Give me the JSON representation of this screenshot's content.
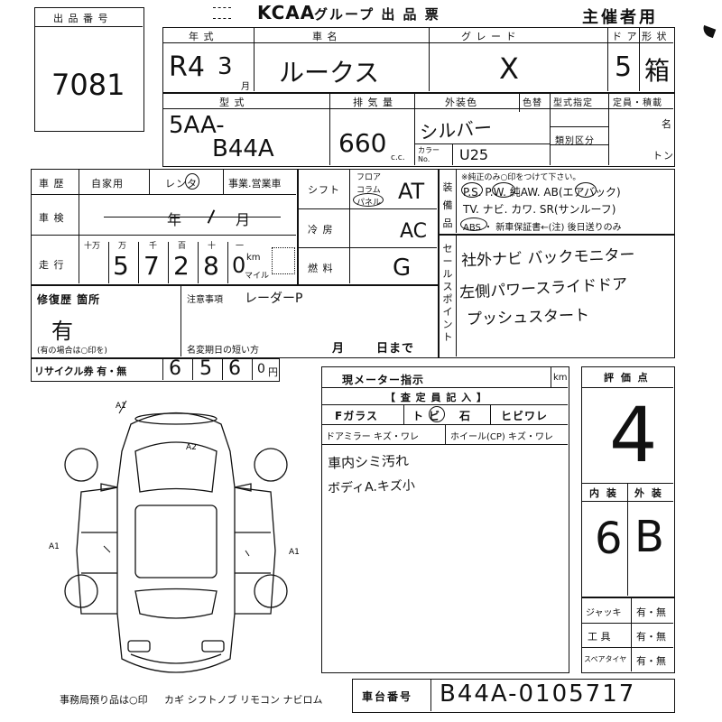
{
  "header": {
    "logo": "KCAA",
    "title": "グループ 出 品 票",
    "organizer": "主催者用"
  },
  "lot": {
    "label": "出 品 番 号",
    "number": "7081"
  },
  "top_row": {
    "year_label": "年 式",
    "year_value": "R4",
    "month_value": "3",
    "month_unit": "月",
    "name_label": "車 名",
    "name_value": "ルークス",
    "grade_label": "グ レ ー ド",
    "grade_value": "X",
    "doors_label": "ド ア",
    "doors_value": "5",
    "shape_label": "形 状",
    "shape_value": "箱"
  },
  "second_row": {
    "model_label": "型 式",
    "model_value_1": "5AA-",
    "model_value_2": "B44A",
    "displacement_label": "排 気 量",
    "displacement_value": "660",
    "displacement_unit": "c.c.",
    "color_label": "外装色",
    "color_value": "シルバー",
    "color_change_label": "色替",
    "color_no_label": "カラー No.",
    "color_no_value": "U25",
    "type_spec_label": "型式指定",
    "category_label": "類別区分",
    "capacity_label": "定員・積載",
    "capacity_unit_1": "名",
    "capacity_unit_2": "トン"
  },
  "history": {
    "label": "車 歴",
    "opt_private": "自家用",
    "opt_rental": "レンタ",
    "opt_business": "事業.営業車"
  },
  "inspection": {
    "label": "車 検",
    "year_mark": "年",
    "month_mark": "月"
  },
  "mileage": {
    "label": "走 行",
    "place_labels": [
      "十万",
      "万",
      "千",
      "百",
      "十",
      "一"
    ],
    "digits": [
      "5",
      "7",
      "2",
      "8",
      "0"
    ],
    "unit_km": "km",
    "unit_mile": "マイル"
  },
  "shift": {
    "label": "シフト",
    "opt_floor": "フロア",
    "opt_column": "コラム",
    "opt_panel": "パネル",
    "value": "AT"
  },
  "ac": {
    "label": "冷 房",
    "value": "AC"
  },
  "fuel": {
    "label": "燃 料",
    "value": "G"
  },
  "equipment": {
    "side_label": "装備品",
    "note": "※純正のみ○印をつけて下さい。",
    "line1": "P.S. P.W. 純AW. AB(エアバック)",
    "line2": "TV. ナビ. カワ. SR(サンルーフ)",
    "line3": "ABS ・ 新車保証書←(注) 後日送りのみ"
  },
  "sales_points": {
    "side_label": "セールスポイント",
    "line1": "社外ナビ バックモニター",
    "line2": "左側パワースライドドア",
    "line3": "プッシュスタート"
  },
  "repair": {
    "label": "修復歴 箇所",
    "value": "有",
    "note": "(有の場合は○印を)"
  },
  "notes": {
    "label": "注意事項",
    "value": "レーダーP",
    "short_label": "名変期日の短い方",
    "month": "月",
    "day": "日まで"
  },
  "recycle": {
    "label": "リサイクル券 有・無",
    "digits": [
      "6",
      "5",
      "6",
      "0"
    ],
    "unit": "円"
  },
  "meter": {
    "label": "現メーター指示",
    "unit": "km"
  },
  "inspector": {
    "header": "【 査 定 員 記 入 】",
    "f_glass": "Fガラス",
    "tobi": "ト ビ",
    "ishi": "石",
    "hibiware": "ヒビワレ",
    "door_mirror": "ドアミラー キズ・ワレ",
    "wheel": "ホイール(CP) キズ・ワレ",
    "comment1": "車内シミ汚れ",
    "comment2": "ボディA.キズ小"
  },
  "score": {
    "label": "評 価 点",
    "value": "4",
    "interior_label": "内 装",
    "exterior_label": "外 装",
    "interior_value": "6",
    "exterior_value": "B"
  },
  "tools": {
    "jack_label": "ジャッキ",
    "jack_value": "有・無",
    "tool_label": "工 具",
    "tool_value": "有・無",
    "spare_label": "スペアタイヤ",
    "spare_value": "有・無"
  },
  "chassis": {
    "label": "車台番号",
    "value": "B44A-0105717"
  },
  "footer": {
    "left": "事務局預り品は○印",
    "items": "カギ シフトノブ リモコン ナビロム"
  },
  "diagram": {
    "mark_a1": "A1",
    "mark_a2": "A2",
    "mark_left": "A1",
    "mark_right": "A1"
  }
}
